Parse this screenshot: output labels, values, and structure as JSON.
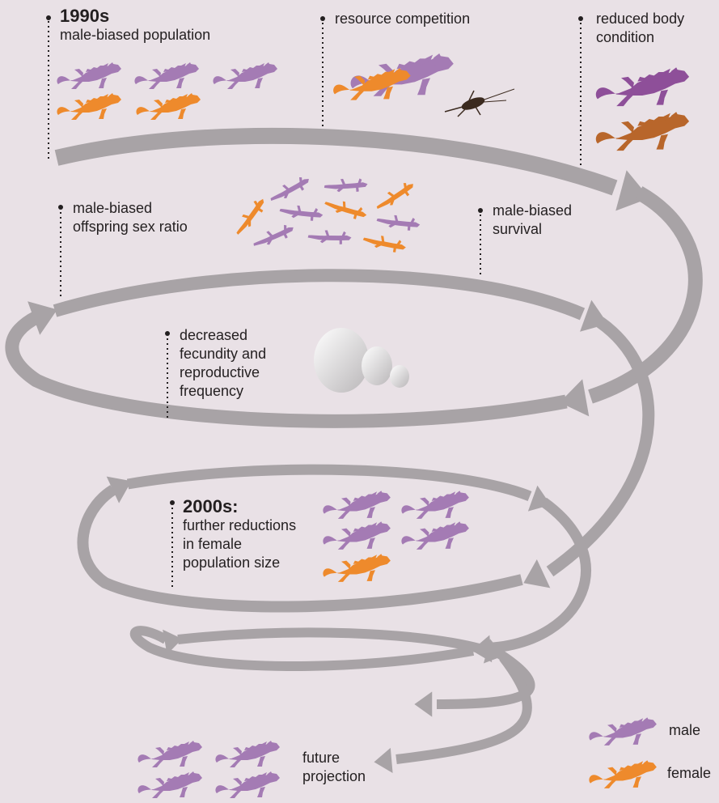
{
  "colors": {
    "background": "#e9e1e6",
    "arrow": "#a8a3a6",
    "male": "#a47bb4",
    "female": "#ee8a2c",
    "poor_male": "#8e4f99",
    "poor_female": "#b8662b",
    "egg": "#e9e6e6",
    "cricket": "#3b2a1f"
  },
  "labels": {
    "y1990s": {
      "head": "1990s",
      "lines": [
        "male-biased population"
      ]
    },
    "resource": {
      "lines": [
        "resource competition"
      ]
    },
    "reduced": {
      "lines": [
        "reduced body",
        "condition"
      ]
    },
    "offspring": {
      "lines": [
        "male-biased",
        "offspring sex ratio"
      ]
    },
    "survival": {
      "lines": [
        "male-biased",
        "survival"
      ]
    },
    "fecundity": {
      "lines": [
        "decreased",
        "fecundity and",
        "reproductive",
        "frequency"
      ]
    },
    "y2000s": {
      "head": "2000s:",
      "lines": [
        "further reductions",
        "in female",
        "population size"
      ]
    },
    "future": {
      "lines": [
        "future",
        "projection"
      ]
    }
  },
  "legend": {
    "male": "male",
    "female": "female"
  },
  "icons": [
    "lizard-icon",
    "hatchling-icon",
    "egg-icon",
    "cricket-icon"
  ]
}
